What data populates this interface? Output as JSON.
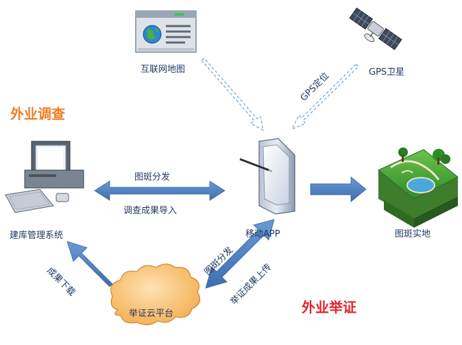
{
  "headings": {
    "field_survey": "外业调查",
    "field_proof": "外业举证"
  },
  "nodes": {
    "internet_map": "互联网地图",
    "gps_satellite": "GPS卫星",
    "db_system": "建库管理系统",
    "mobile_app": "移动APP",
    "parcel_field": "图斑实地",
    "cloud_platform": "举证云平台"
  },
  "edges": {
    "gps_positioning": "GPS定位",
    "parcel_dispatch": "图斑分发",
    "survey_import": "调查成果导入",
    "result_download": "成果下载",
    "parcel_dispatch_2": "图斑分发",
    "proof_upload": "举证成果上传"
  },
  "colors": {
    "arrow_blue": "#4a7ebb",
    "heading_orange": "#f07d22",
    "heading_red": "#e8212a",
    "cloud_fill": "#f7b45c",
    "label_text": "#1f3a63"
  }
}
